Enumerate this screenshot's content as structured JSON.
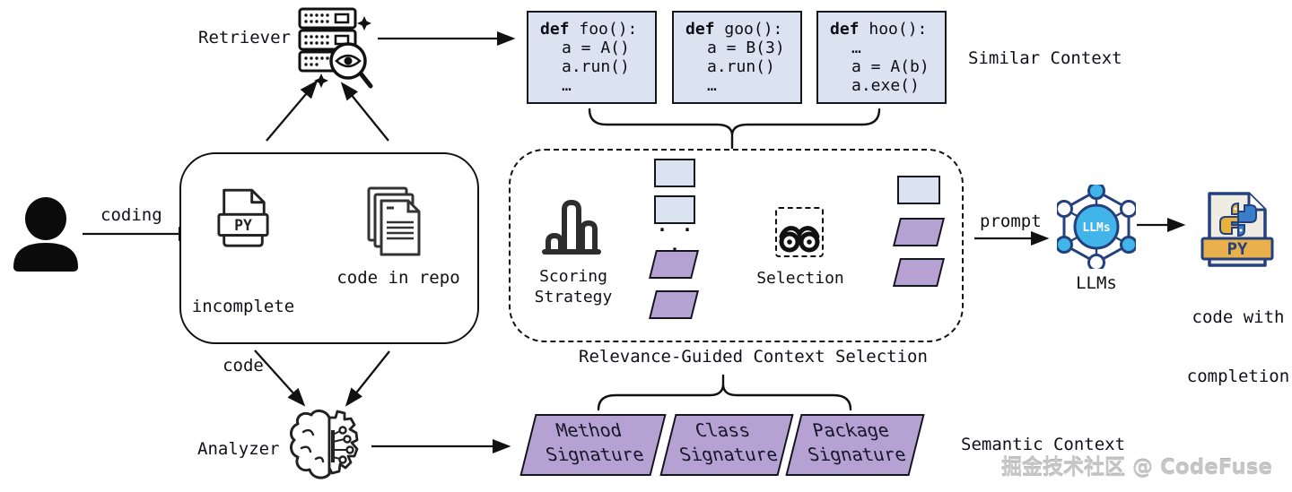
{
  "actor": {
    "coding_label": "coding"
  },
  "input_box": {
    "py_badge": "PY",
    "incomplete_line1": "incomplete",
    "incomplete_line2": "code",
    "repo_label": "code in repo"
  },
  "retriever": {
    "label": "Retriever"
  },
  "analyzer": {
    "label": "Analyzer"
  },
  "similar_context": {
    "label": "Similar Context",
    "snippets": [
      {
        "kw": "def",
        "head": " foo():",
        "body": [
          "a = A()",
          "a.run()",
          "…"
        ]
      },
      {
        "kw": "def",
        "head": " goo():",
        "body": [
          "a = B(3)",
          "a.run()",
          "…"
        ]
      },
      {
        "kw": "def",
        "head": " hoo():",
        "body": [
          "…",
          "a = A(b)",
          "a.exe()"
        ]
      }
    ]
  },
  "pipeline": {
    "title": "Relevance-Guided Context Selection",
    "scoring_line1": "Scoring",
    "scoring_line2": "Strategy",
    "dots": ". . .",
    "selection_label": "Selection"
  },
  "llm": {
    "prompt_label": "prompt",
    "node_label": "LLMs",
    "caption": "LLMs"
  },
  "output": {
    "line1": "code with",
    "line2": "completion",
    "py_badge": "PY"
  },
  "semantic_context": {
    "label": "Semantic Context",
    "signatures": [
      {
        "line1": "Method",
        "line2": "Signature"
      },
      {
        "line1": "Class",
        "line2": "Signature"
      },
      {
        "line1": "Package",
        "line2": "Signature"
      }
    ]
  },
  "watermark": "掘金技术社区 @ CodeFuse",
  "colors": {
    "snippet_fill": "#dce3f0",
    "purple_fill": "#b5a1d2",
    "llm_blue": "#41b5e9",
    "navy": "#24417d",
    "gold": "#e9b04b",
    "file_fill": "#efece4",
    "python_yellow": "#e8b33c",
    "python_blue": "#3a7dc9"
  }
}
